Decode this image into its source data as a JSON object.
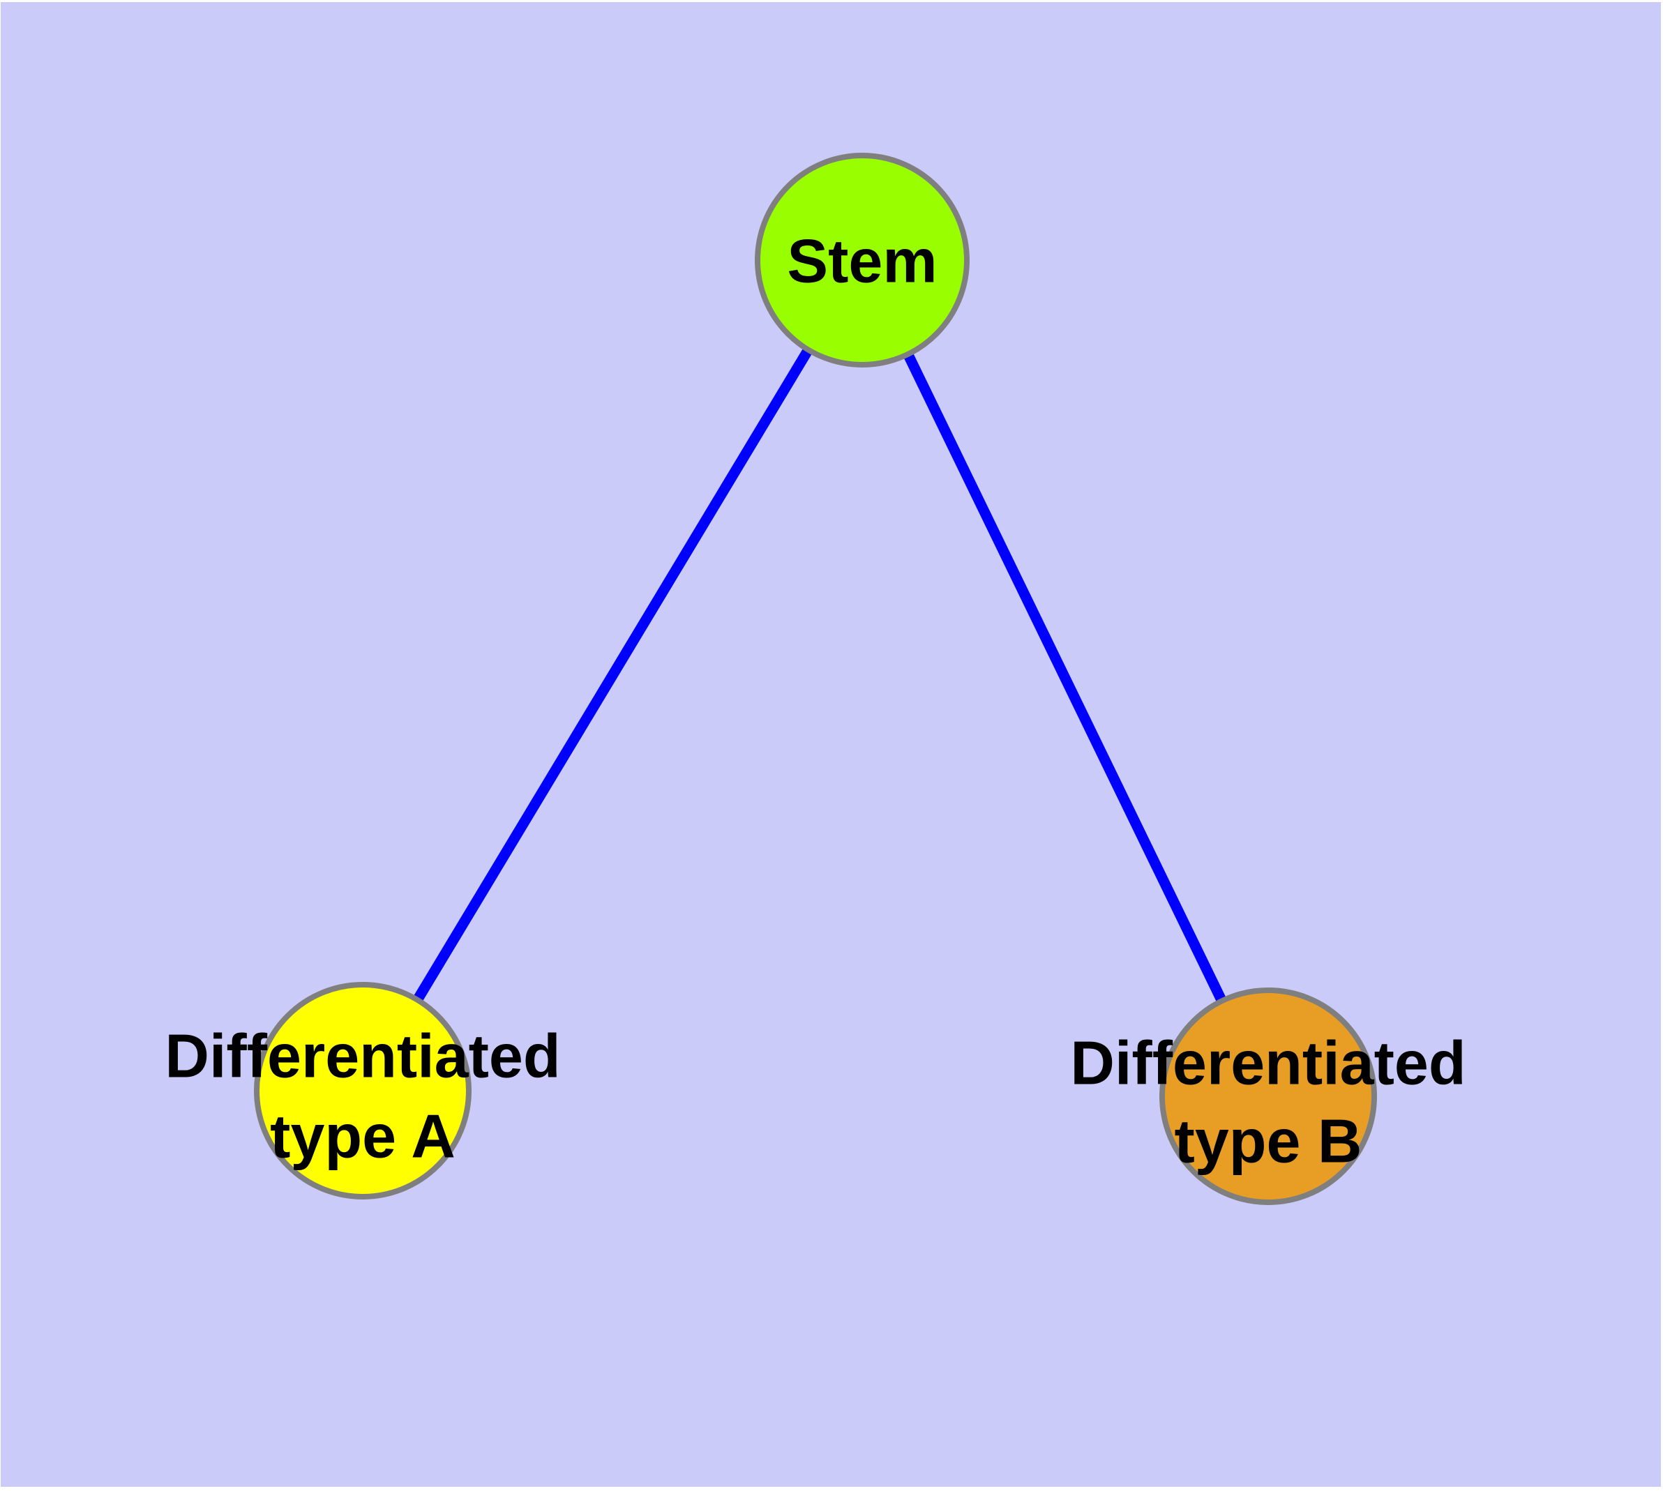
{
  "page": {
    "page_background_color": "#FFFFFF",
    "panel_background_color": "#CBCBF9"
  },
  "graph": {
    "title": "",
    "text_color": "#000000",
    "node_border_color": "#7F7F7F",
    "edge_color": "#0000FF",
    "nodes": [
      {
        "id": "stem",
        "label_lines": [
          "Stem"
        ],
        "fill": "#99FF00"
      },
      {
        "id": "differentiated-type-a",
        "label_lines": [
          "Differentiated",
          "type A"
        ],
        "fill": "#FFFF00"
      },
      {
        "id": "differentiated-type-b",
        "label_lines": [
          "Differentiated",
          "type B"
        ],
        "fill": "#E89E25"
      }
    ],
    "edges": [
      {
        "from": "Stem",
        "to": "Differentiated type A",
        "color": "#0000FF"
      },
      {
        "from": "Stem",
        "to": "Differentiated type B",
        "color": "#0000FF"
      }
    ]
  }
}
